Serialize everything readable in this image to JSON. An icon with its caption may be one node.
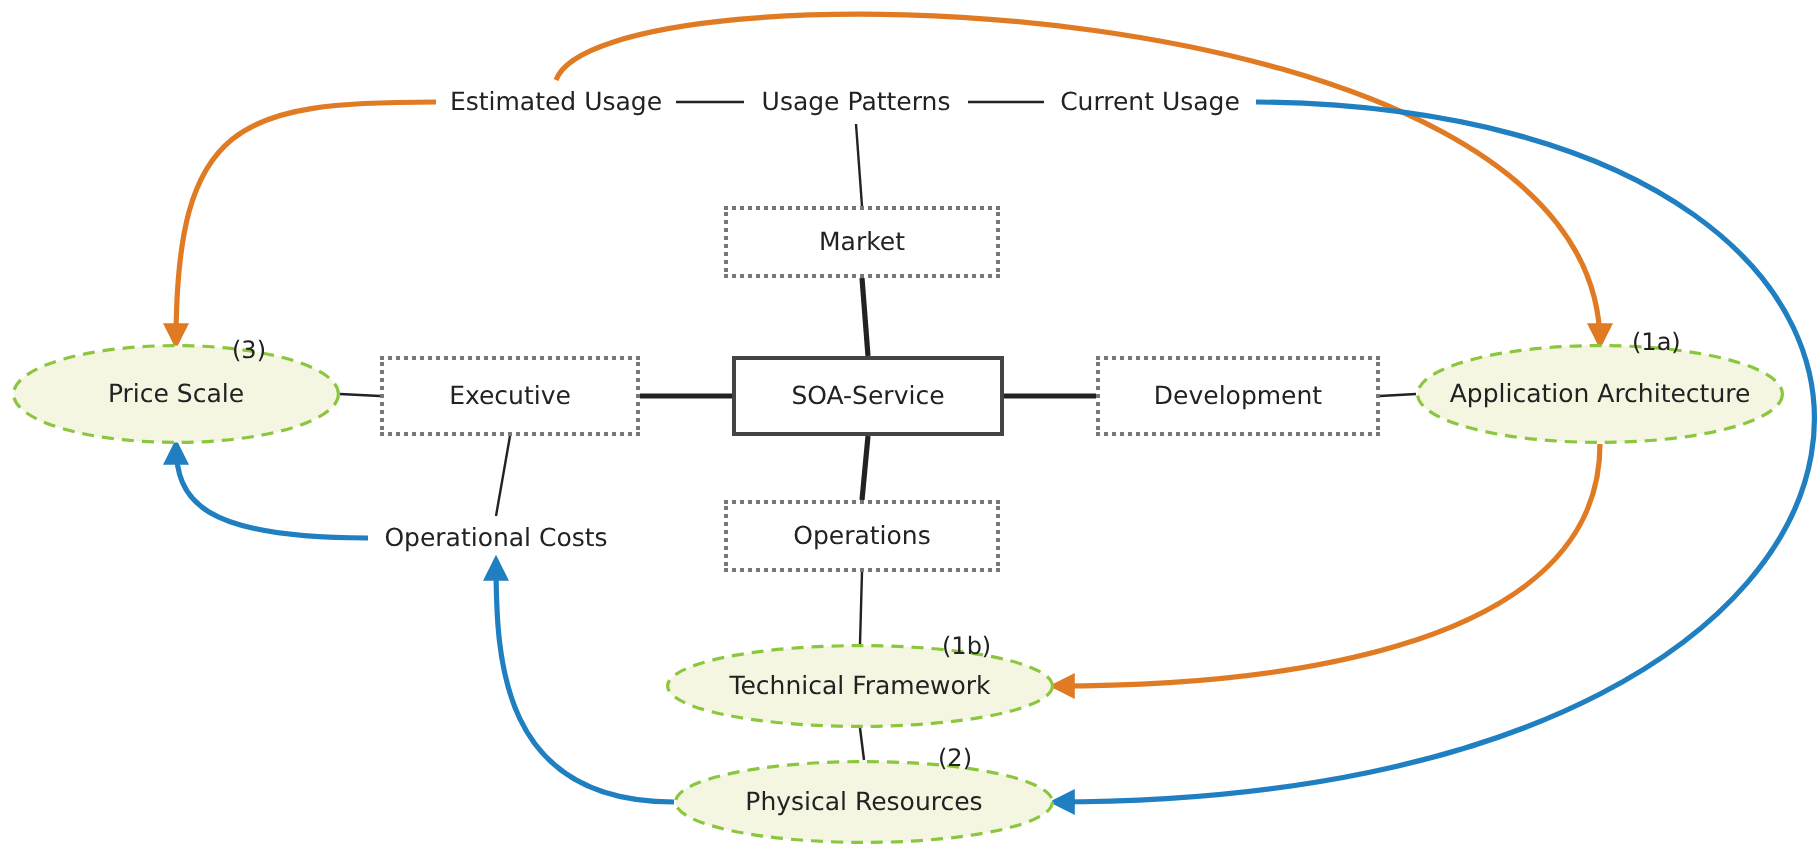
{
  "diagram": {
    "nodes": [
      {
        "text": [
          "Estimated Usage"
        ]
      },
      {
        "text": [
          "Usage Patterns"
        ]
      },
      {
        "text": [
          "Current Usage"
        ]
      },
      {
        "text": [
          "Market"
        ]
      },
      {
        "text": [
          "SOA-Service"
        ]
      },
      {
        "text": [
          "Executive"
        ]
      },
      {
        "text": [
          "Development"
        ]
      },
      {
        "text": [
          "Price Scale"
        ],
        "beside": [
          "(3)"
        ]
      },
      {
        "text": [
          "Application Architecture"
        ],
        "beside": [
          "(1a)"
        ]
      },
      {
        "text": [
          "Operational Costs"
        ]
      },
      {
        "text": [
          "Operations"
        ]
      },
      {
        "text": [
          "Technical Framework"
        ],
        "beside": [
          "(1b)"
        ]
      },
      {
        "text": [
          "Physical Resources"
        ],
        "beside": [
          "(2)"
        ]
      }
    ],
    "edges": [
      {
        "from": 0,
        "to": 1,
        "arrow": "none"
      },
      {
        "from": 1,
        "to": 2,
        "arrow": "none"
      },
      {
        "from": 1,
        "to": 3,
        "arrow": "none"
      },
      {
        "from": 3,
        "to": 4,
        "arrow": "none"
      },
      {
        "from": 5,
        "to": 4,
        "arrow": "none"
      },
      {
        "from": 4,
        "to": 6,
        "arrow": "none"
      },
      {
        "from": 4,
        "to": 10,
        "arrow": "none"
      },
      {
        "from": 7,
        "to": 5,
        "arrow": "none"
      },
      {
        "from": 6,
        "to": 8,
        "arrow": "none"
      },
      {
        "from": 5,
        "to": 9,
        "arrow": "none"
      },
      {
        "from": 10,
        "to": 11,
        "arrow": "none"
      },
      {
        "from": 11,
        "to": 12,
        "arrow": "none"
      },
      {
        "from": 0,
        "to": 7,
        "arrow": "to",
        "color": "#e07b24"
      },
      {
        "from": 0,
        "to": 8,
        "arrow": "to",
        "color": "#e07b24"
      },
      {
        "from": 8,
        "to": 11,
        "arrow": "to",
        "color": "#e07b24"
      },
      {
        "from": 2,
        "to": 12,
        "arrow": "to",
        "color": "#1f7fc1"
      },
      {
        "from": 9,
        "to": 7,
        "arrow": "to",
        "color": "#1f7fc1"
      },
      {
        "from": 12,
        "to": 9,
        "arrow": "to",
        "color": "#1f7fc1"
      }
    ]
  }
}
